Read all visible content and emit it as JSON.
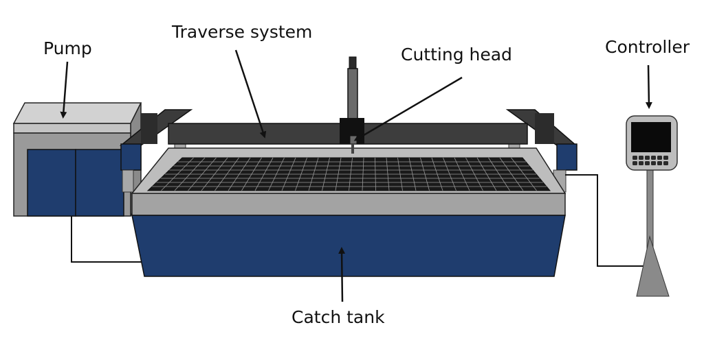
{
  "labels": {
    "pump": "Pump",
    "traverse": "Traverse system",
    "cutting_head": "Cutting head",
    "controller": "Controller",
    "catch_tank": "Catch tank"
  },
  "colors": {
    "navy": "#1f3d6e",
    "dark_navy": "#162c55",
    "gray_light": "#c8c8c8",
    "gray_mid": "#a0a0a0",
    "gray_dark": "#6d6d6d",
    "charcoal": "#3d3d3d",
    "black": "#111111"
  }
}
